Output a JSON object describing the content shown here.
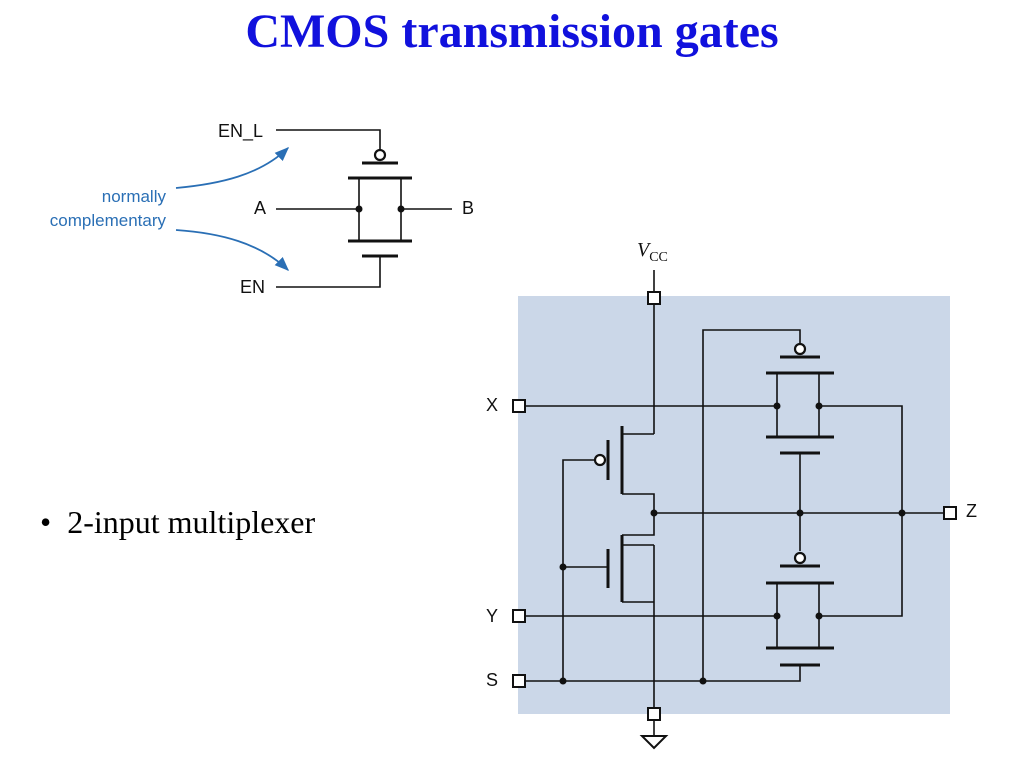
{
  "title": "CMOS transmission gates",
  "bullet": "2-input multiplexer",
  "gate_diagram": {
    "en_l": "EN_L",
    "en": "EN",
    "a": "A",
    "b": "B",
    "note_line1": "normally",
    "note_line2": "complementary"
  },
  "mux_diagram": {
    "vcc_v": "V",
    "vcc_sub": "CC",
    "x": "X",
    "y": "Y",
    "s": "S",
    "z": "Z"
  },
  "colors": {
    "title": "#1111dd",
    "note": "#2a6fb5",
    "panel": "#cbd7e8"
  }
}
